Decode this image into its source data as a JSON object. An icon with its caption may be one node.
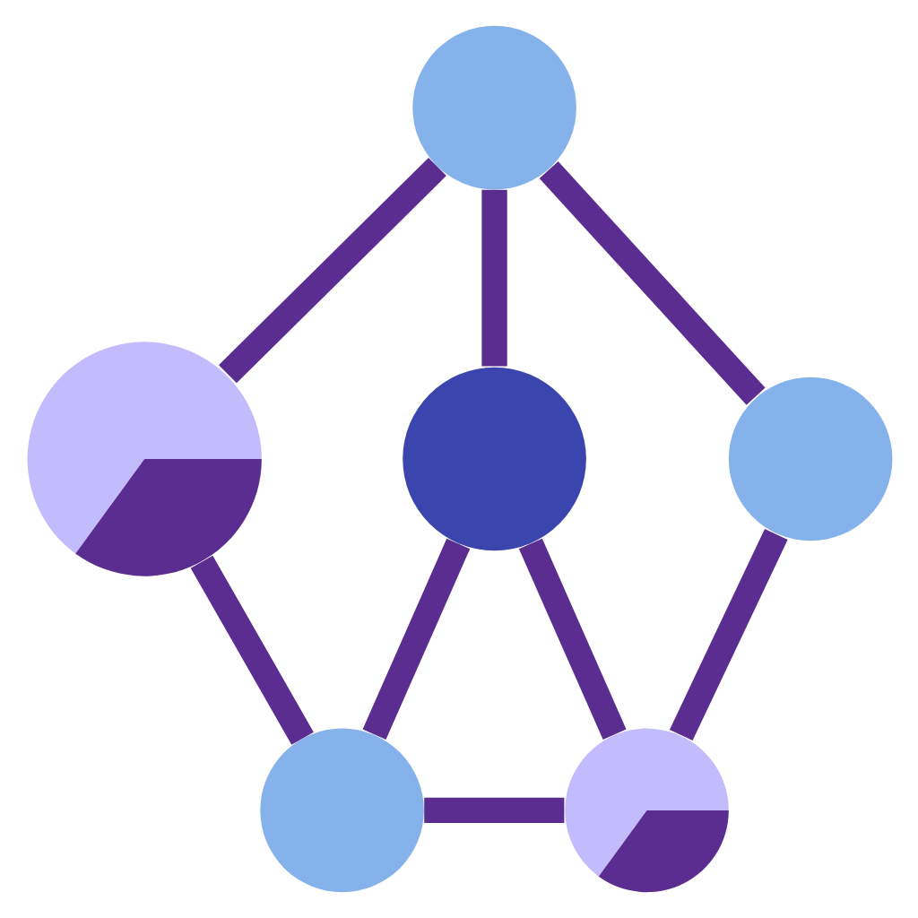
{
  "diagram": {
    "nodes": [
      {
        "text": [],
        "shape": "circle"
      },
      {
        "text": [],
        "shape": "circle"
      },
      {
        "text": [],
        "shape": "circle"
      },
      {
        "text": [],
        "shape": "circle"
      },
      {
        "text": [],
        "shape": "circle"
      },
      {
        "text": [],
        "shape": "circle"
      }
    ],
    "edges": [
      {
        "from": 0,
        "to": 1,
        "arrow": "none"
      },
      {
        "from": 0,
        "to": 2,
        "arrow": "none"
      },
      {
        "from": 0,
        "to": 3,
        "arrow": "none"
      },
      {
        "from": 1,
        "to": 4,
        "arrow": "none"
      },
      {
        "from": 3,
        "to": 4,
        "arrow": "none"
      },
      {
        "from": 3,
        "to": 5,
        "arrow": "none"
      },
      {
        "from": 2,
        "to": 5,
        "arrow": "none"
      },
      {
        "from": 5,
        "to": 4,
        "arrow": "none"
      }
    ]
  }
}
